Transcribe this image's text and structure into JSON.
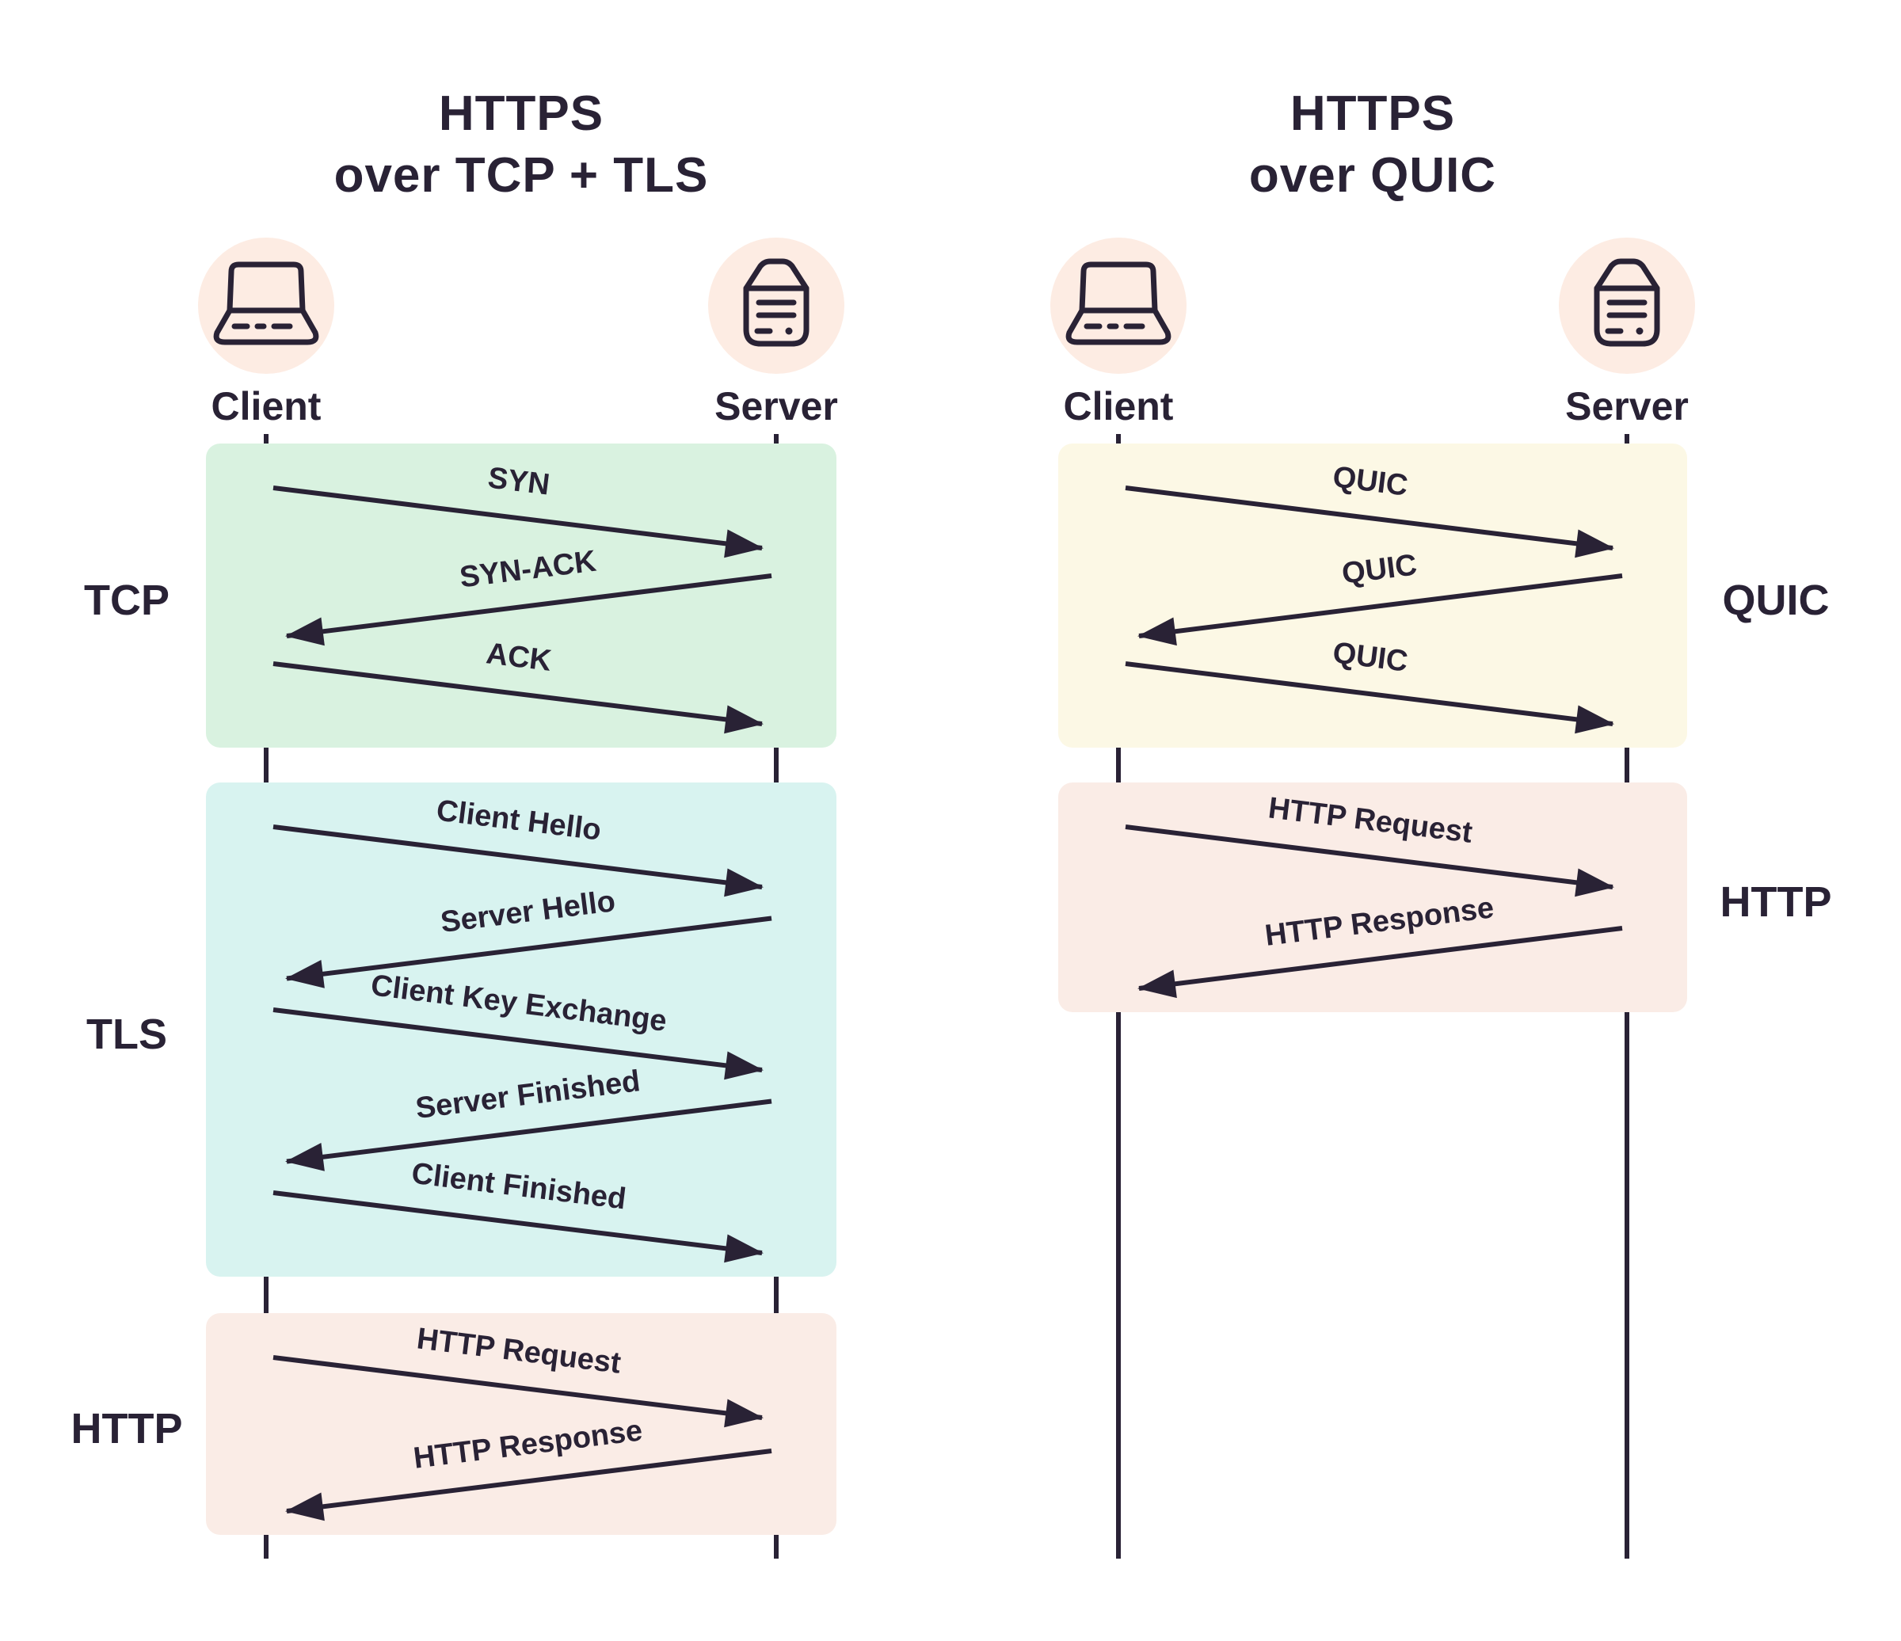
{
  "colors": {
    "ink": "#292235",
    "background": "#ffffff",
    "actor_circle_fill": "#fdece3",
    "section_green": "#d9f2e0",
    "section_cyan": "#d8f3f0",
    "section_pink": "#faece6",
    "section_cream": "#fcf8e5"
  },
  "diagrams": [
    {
      "id": "https-over-tcp-tls",
      "title_lines": [
        "HTTPS",
        "over TCP + TLS"
      ],
      "actors": [
        {
          "label": "Client",
          "icon": "laptop-icon"
        },
        {
          "label": "Server",
          "icon": "server-icon"
        }
      ],
      "sections": [
        {
          "label": "TCP",
          "label_side": "left",
          "color": "section_green",
          "messages": [
            {
              "text": "SYN",
              "from": "client",
              "to": "server"
            },
            {
              "text": "SYN-ACK",
              "from": "server",
              "to": "client"
            },
            {
              "text": "ACK",
              "from": "client",
              "to": "server"
            }
          ]
        },
        {
          "label": "TLS",
          "label_side": "left",
          "color": "section_cyan",
          "messages": [
            {
              "text": "Client Hello",
              "from": "client",
              "to": "server"
            },
            {
              "text": "Server Hello",
              "from": "server",
              "to": "client"
            },
            {
              "text": "Client Key Exchange",
              "from": "client",
              "to": "server"
            },
            {
              "text": "Server Finished",
              "from": "server",
              "to": "client"
            },
            {
              "text": "Client Finished",
              "from": "client",
              "to": "server"
            }
          ]
        },
        {
          "label": "HTTP",
          "label_side": "left",
          "color": "section_pink",
          "messages": [
            {
              "text": "HTTP Request",
              "from": "client",
              "to": "server"
            },
            {
              "text": "HTTP Response",
              "from": "server",
              "to": "client"
            }
          ]
        }
      ]
    },
    {
      "id": "https-over-quic",
      "title_lines": [
        "HTTPS",
        "over QUIC"
      ],
      "actors": [
        {
          "label": "Client",
          "icon": "laptop-icon"
        },
        {
          "label": "Server",
          "icon": "server-icon"
        }
      ],
      "sections": [
        {
          "label": "QUIC",
          "label_side": "right",
          "color": "section_cream",
          "messages": [
            {
              "text": "QUIC",
              "from": "client",
              "to": "server"
            },
            {
              "text": "QUIC",
              "from": "server",
              "to": "client"
            },
            {
              "text": "QUIC",
              "from": "client",
              "to": "server"
            }
          ]
        },
        {
          "label": "HTTP",
          "label_side": "right",
          "color": "section_pink",
          "messages": [
            {
              "text": "HTTP Request",
              "from": "client",
              "to": "server"
            },
            {
              "text": "HTTP Response",
              "from": "server",
              "to": "client"
            }
          ]
        }
      ]
    }
  ]
}
